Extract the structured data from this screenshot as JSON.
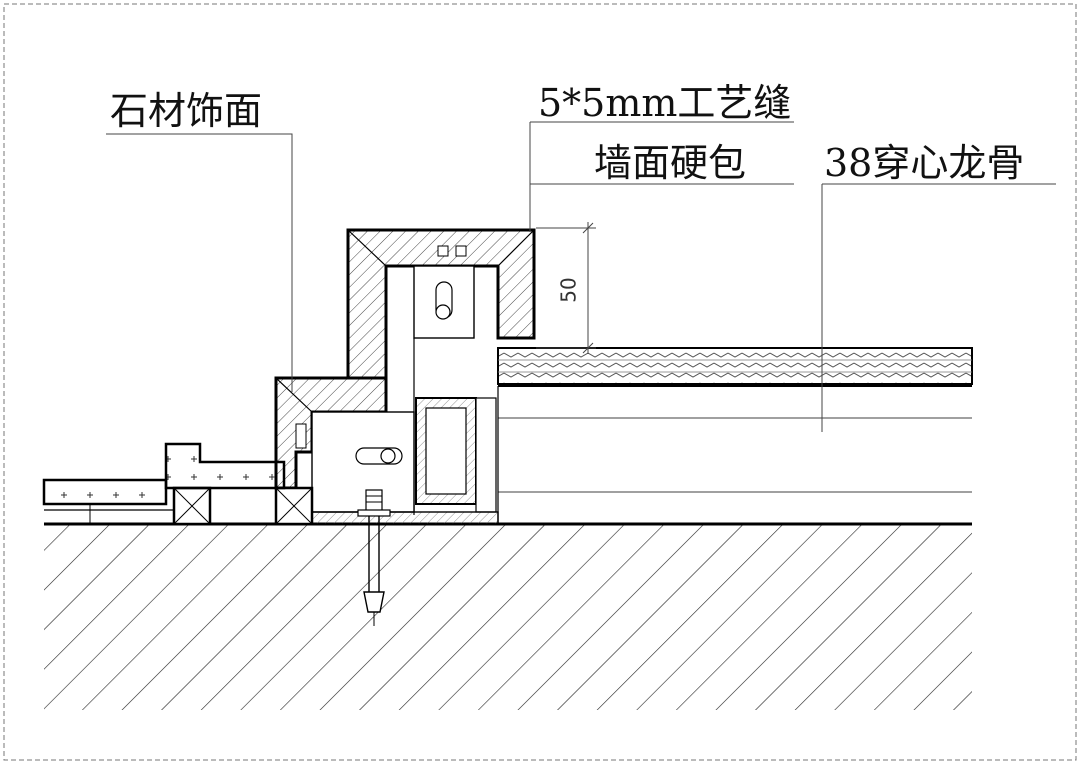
{
  "labels": {
    "stone_finish": "石材饰面",
    "craft_joint": "5*5mm工艺缝",
    "wall_hardcover": "墙面硬包",
    "keel": "38穿心龙骨"
  },
  "dimension": {
    "height_value": "50"
  }
}
